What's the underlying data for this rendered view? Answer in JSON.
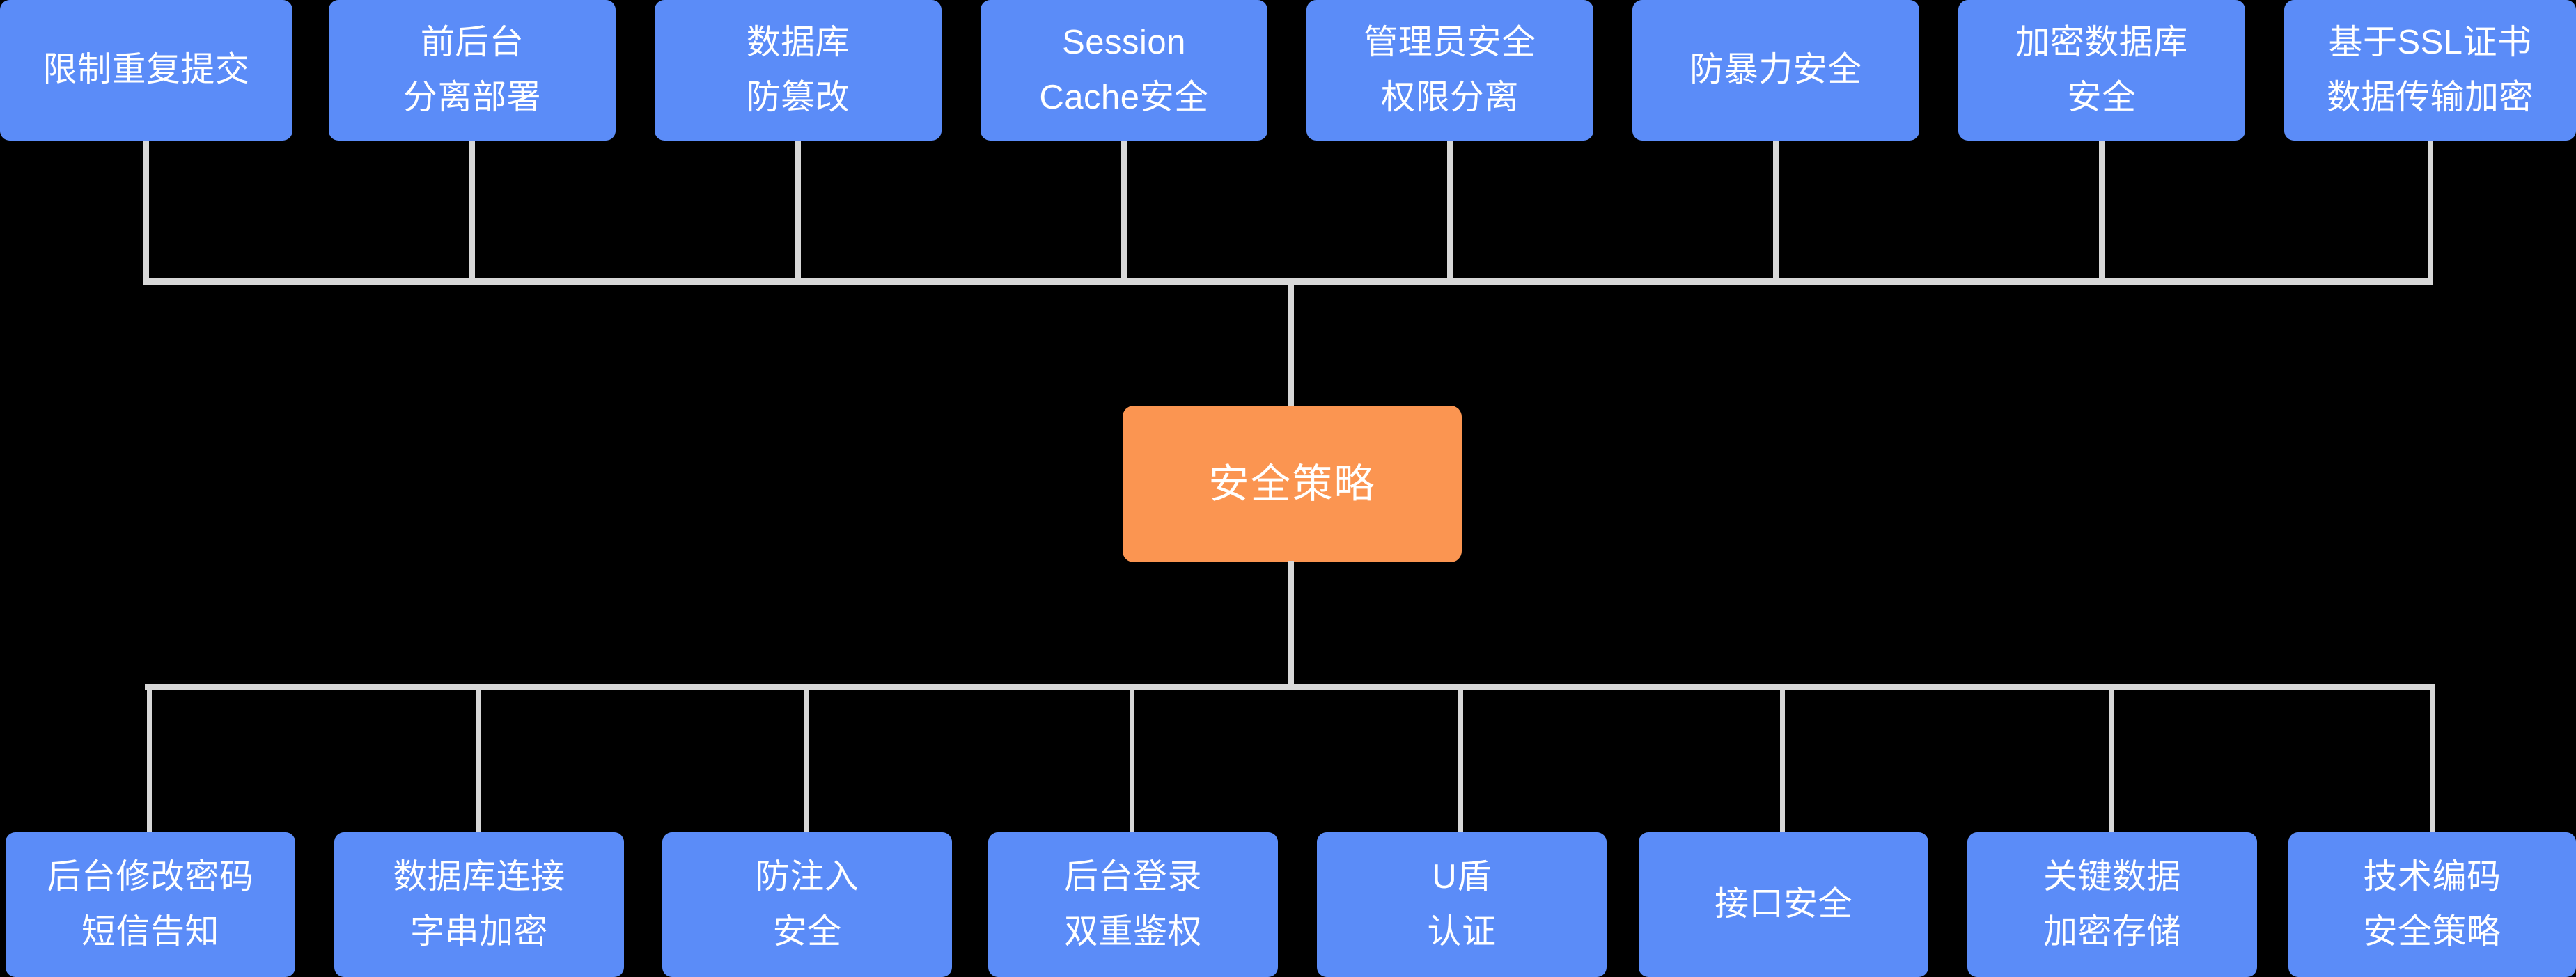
{
  "diagram": {
    "type": "mind-map",
    "title": "安全策略",
    "background_color": "#000000",
    "node_color": "#5b8cf8",
    "root_color": "#fb9551",
    "connector_color": "#d7d7d7",
    "text_color": "#ffffff",
    "root": {
      "label": "安全策略",
      "lines": [
        "安全策略"
      ]
    },
    "top_branches": [
      {
        "label": "限制重复提交",
        "lines": [
          "限制重复提交"
        ]
      },
      {
        "label": "前后台分离部署",
        "lines": [
          "前后台",
          "分离部署"
        ]
      },
      {
        "label": "数据库防篡改",
        "lines": [
          "数据库",
          "防篡改"
        ]
      },
      {
        "label": "Session Cache安全",
        "lines": [
          "Session",
          "Cache安全"
        ]
      },
      {
        "label": "管理员安全权限分离",
        "lines": [
          "管理员安全",
          "权限分离"
        ]
      },
      {
        "label": "防暴力安全",
        "lines": [
          "防暴力安全"
        ]
      },
      {
        "label": "加密数据库安全",
        "lines": [
          "加密数据库",
          "安全"
        ]
      },
      {
        "label": "基于SSL证书数据传输加密",
        "lines": [
          "基于SSL证书",
          "数据传输加密"
        ]
      }
    ],
    "bottom_branches": [
      {
        "label": "后台修改密码短信告知",
        "lines": [
          "后台修改密码",
          "短信告知"
        ]
      },
      {
        "label": "数据库连接字串加密",
        "lines": [
          "数据库连接",
          "字串加密"
        ]
      },
      {
        "label": "防注入安全",
        "lines": [
          "防注入",
          "安全"
        ]
      },
      {
        "label": "后台登录双重鉴权",
        "lines": [
          "后台登录",
          "双重鉴权"
        ]
      },
      {
        "label": "U盾认证",
        "lines": [
          "U盾",
          "认证"
        ]
      },
      {
        "label": "接口安全",
        "lines": [
          "接口安全"
        ]
      },
      {
        "label": "关键数据加密存储",
        "lines": [
          "关键数据",
          "加密存储"
        ]
      },
      {
        "label": "技术编码安全策略",
        "lines": [
          "技术编码",
          "安全策略"
        ]
      }
    ]
  }
}
